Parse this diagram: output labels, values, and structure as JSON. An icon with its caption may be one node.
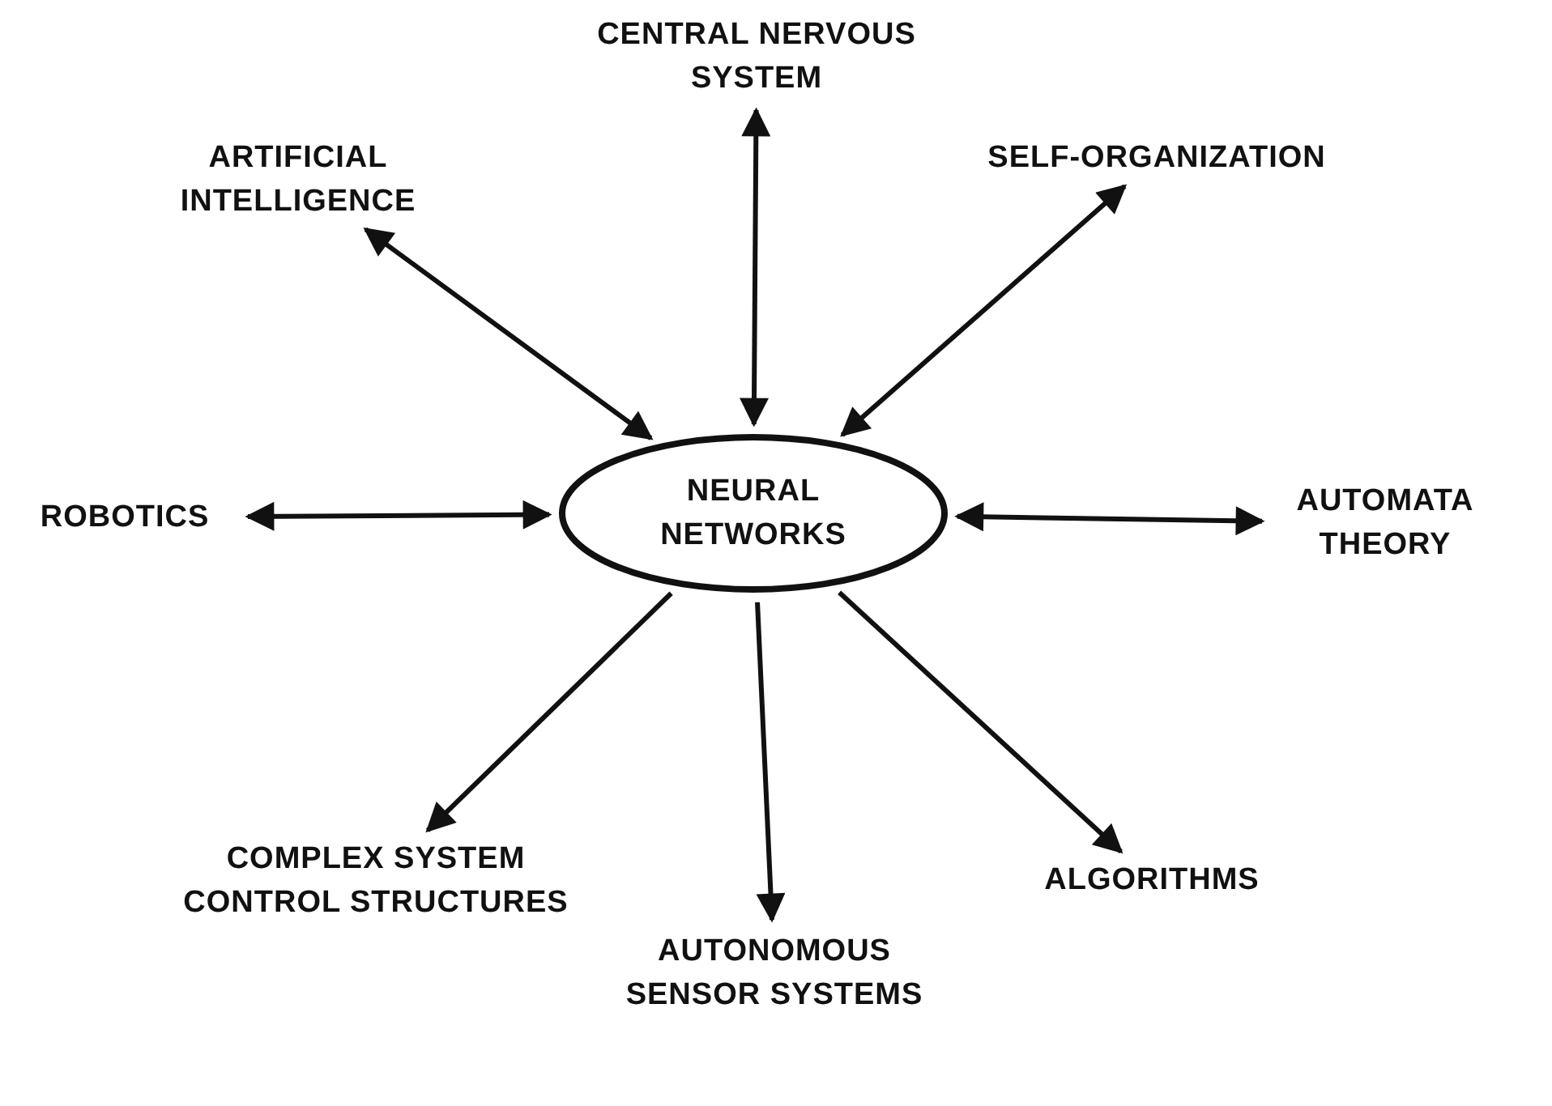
{
  "diagram": {
    "nodes": [
      {
        "text": [
          "CENTRAL NERVOUS SYSTEM"
        ]
      },
      {
        "text": [
          "ARTIFICIAL INTELLIGENCE"
        ]
      },
      {
        "text": [
          "SELF-ORGANIZATION"
        ]
      },
      {
        "text": [
          "ROBOTICS"
        ]
      },
      {
        "text": [
          "NEURAL NETWORKS"
        ]
      },
      {
        "text": [
          "AUTOMATA THEORY"
        ]
      },
      {
        "text": [
          "COMPLEX SYSTEM CONTROL STRUCTURES"
        ]
      },
      {
        "text": [
          "ALGORITHMS"
        ]
      },
      {
        "text": [
          "AUTONOMOUS SENSOR SYSTEMS"
        ]
      }
    ],
    "edges": [
      {
        "from": 4,
        "to": 0,
        "arrow": "both"
      },
      {
        "from": 4,
        "to": 1,
        "arrow": "both"
      },
      {
        "from": 4,
        "to": 2,
        "arrow": "both"
      },
      {
        "from": 4,
        "to": 3,
        "arrow": "both"
      },
      {
        "from": 4,
        "to": 5,
        "arrow": "both"
      },
      {
        "from": 4,
        "to": 6,
        "arrow": "to"
      },
      {
        "from": 4,
        "to": 7,
        "arrow": "to"
      },
      {
        "from": 4,
        "to": 8,
        "arrow": "to"
      }
    ]
  }
}
